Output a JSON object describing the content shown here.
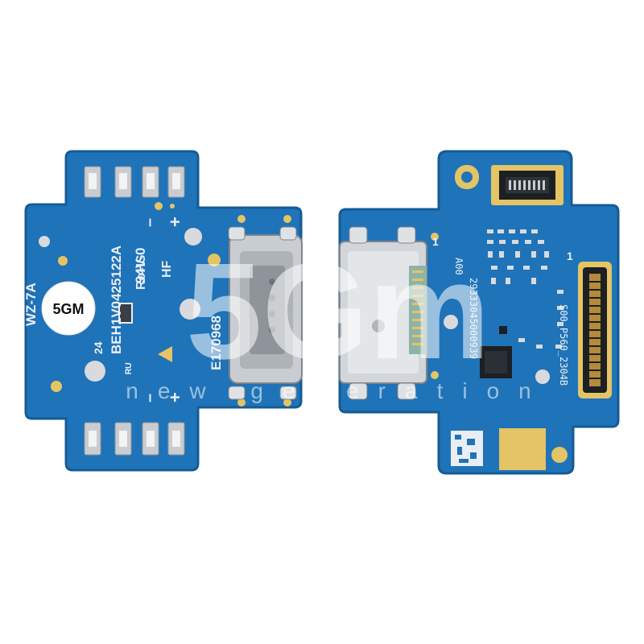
{
  "colors": {
    "board": "#1f73b8",
    "board_edge": "#155b96",
    "gold": "#e4c465",
    "steel": "#c9ccd0",
    "chip": "#1c1f24",
    "silkscreen": "#e9eef5"
  },
  "left_board": {
    "model": "WZ-7A",
    "serial": "BEH1V0425122A",
    "rating": "94V-0",
    "rohs": "RoHS",
    "hf": "HF",
    "cert": "E170968",
    "badge": "5GM",
    "date_code": "24",
    "minus": "–",
    "plus": "+",
    "bottom_minus": "–",
    "bottom_plus": "+"
  },
  "right_board": {
    "pin_one_top": "1",
    "pin_one_right": "1",
    "vert_code_a": "A00",
    "vert_code_b": "S00_P560_2304B",
    "vert_code_c": "29333045000939"
  },
  "watermark": {
    "logo": "5Gm",
    "tagline": "new generation"
  }
}
